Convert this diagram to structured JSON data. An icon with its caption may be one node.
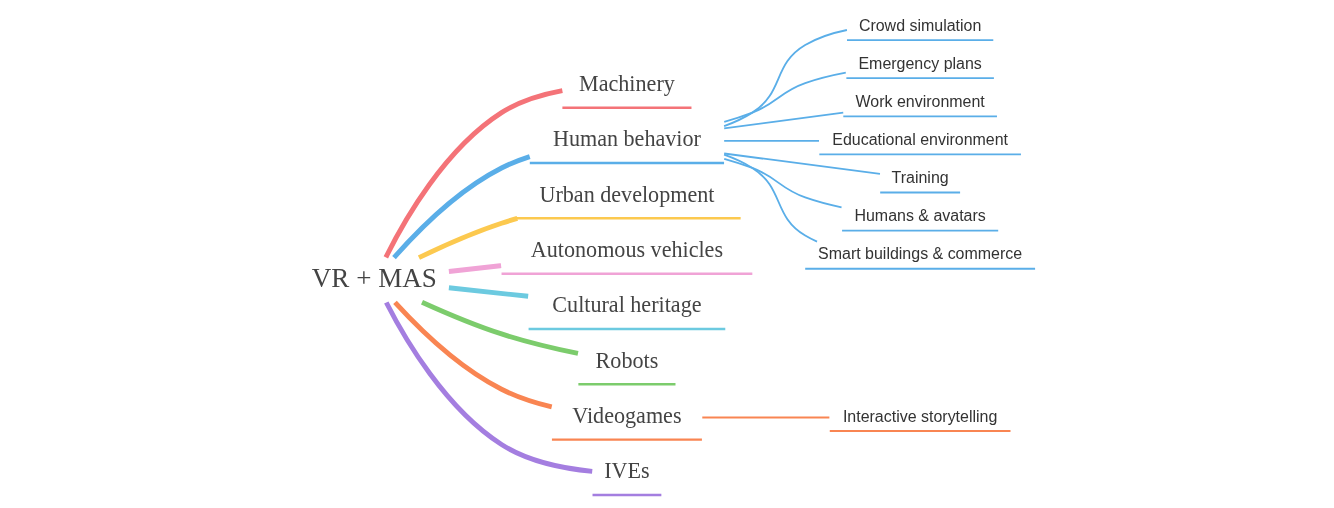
{
  "diagram": {
    "nodes": [
      {
        "text": [
          "VR + MAS"
        ]
      },
      {
        "text": [
          "Machinery"
        ]
      },
      {
        "text": [
          "Human behavior"
        ]
      },
      {
        "text": [
          "Crowd simulation"
        ]
      },
      {
        "text": [
          "Emergency plans"
        ]
      },
      {
        "text": [
          "Work environment"
        ]
      },
      {
        "text": [
          "Educational environment"
        ]
      },
      {
        "text": [
          "Training"
        ]
      },
      {
        "text": [
          "Humans & avatars"
        ]
      },
      {
        "text": [
          "Smart buildings & commerce"
        ]
      },
      {
        "text": [
          "Urban development"
        ]
      },
      {
        "text": [
          "Autonomous vehicles"
        ]
      },
      {
        "text": [
          "Cultural heritage"
        ]
      },
      {
        "text": [
          "Robots"
        ]
      },
      {
        "text": [
          "Videogames"
        ]
      },
      {
        "text": [
          "Interactive storytelling"
        ]
      },
      {
        "text": [
          "IVEs"
        ]
      }
    ],
    "edges": [
      {
        "from": 0,
        "to": 1,
        "arrow": "none",
        "style": "thick",
        "color": "#f47378"
      },
      {
        "from": 0,
        "to": 2,
        "arrow": "none",
        "style": "thick"
      },
      {
        "from": 2,
        "to": 3,
        "arrow": "none"
      },
      {
        "from": 2,
        "to": 4,
        "arrow": "none"
      },
      {
        "from": 2,
        "to": 5,
        "arrow": "none"
      },
      {
        "from": 2,
        "to": 6,
        "arrow": "none"
      },
      {
        "from": 2,
        "to": 7,
        "arrow": "none"
      },
      {
        "from": 2,
        "to": 8,
        "arrow": "none"
      },
      {
        "from": 2,
        "to": 9,
        "arrow": "none"
      },
      {
        "from": 0,
        "to": 10,
        "arrow": "none",
        "style": "thick",
        "color": "#fcc94f"
      },
      {
        "from": 0,
        "to": 11,
        "arrow": "none",
        "style": "thick",
        "color": "#f0a3d6"
      },
      {
        "from": 0,
        "to": 12,
        "arrow": "none",
        "style": "thick",
        "color": "#6ccae0"
      },
      {
        "from": 0,
        "to": 13,
        "arrow": "none",
        "style": "thick",
        "color": "#7ccc6c"
      },
      {
        "from": 0,
        "to": 14,
        "arrow": "none",
        "style": "thick",
        "color": "#f98552"
      },
      {
        "from": 14,
        "to": 15,
        "arrow": "none",
        "color": "#f98552"
      },
      {
        "from": 0,
        "to": 16,
        "arrow": "none",
        "style": "thick",
        "color": "#a47ee0"
      }
    ]
  }
}
